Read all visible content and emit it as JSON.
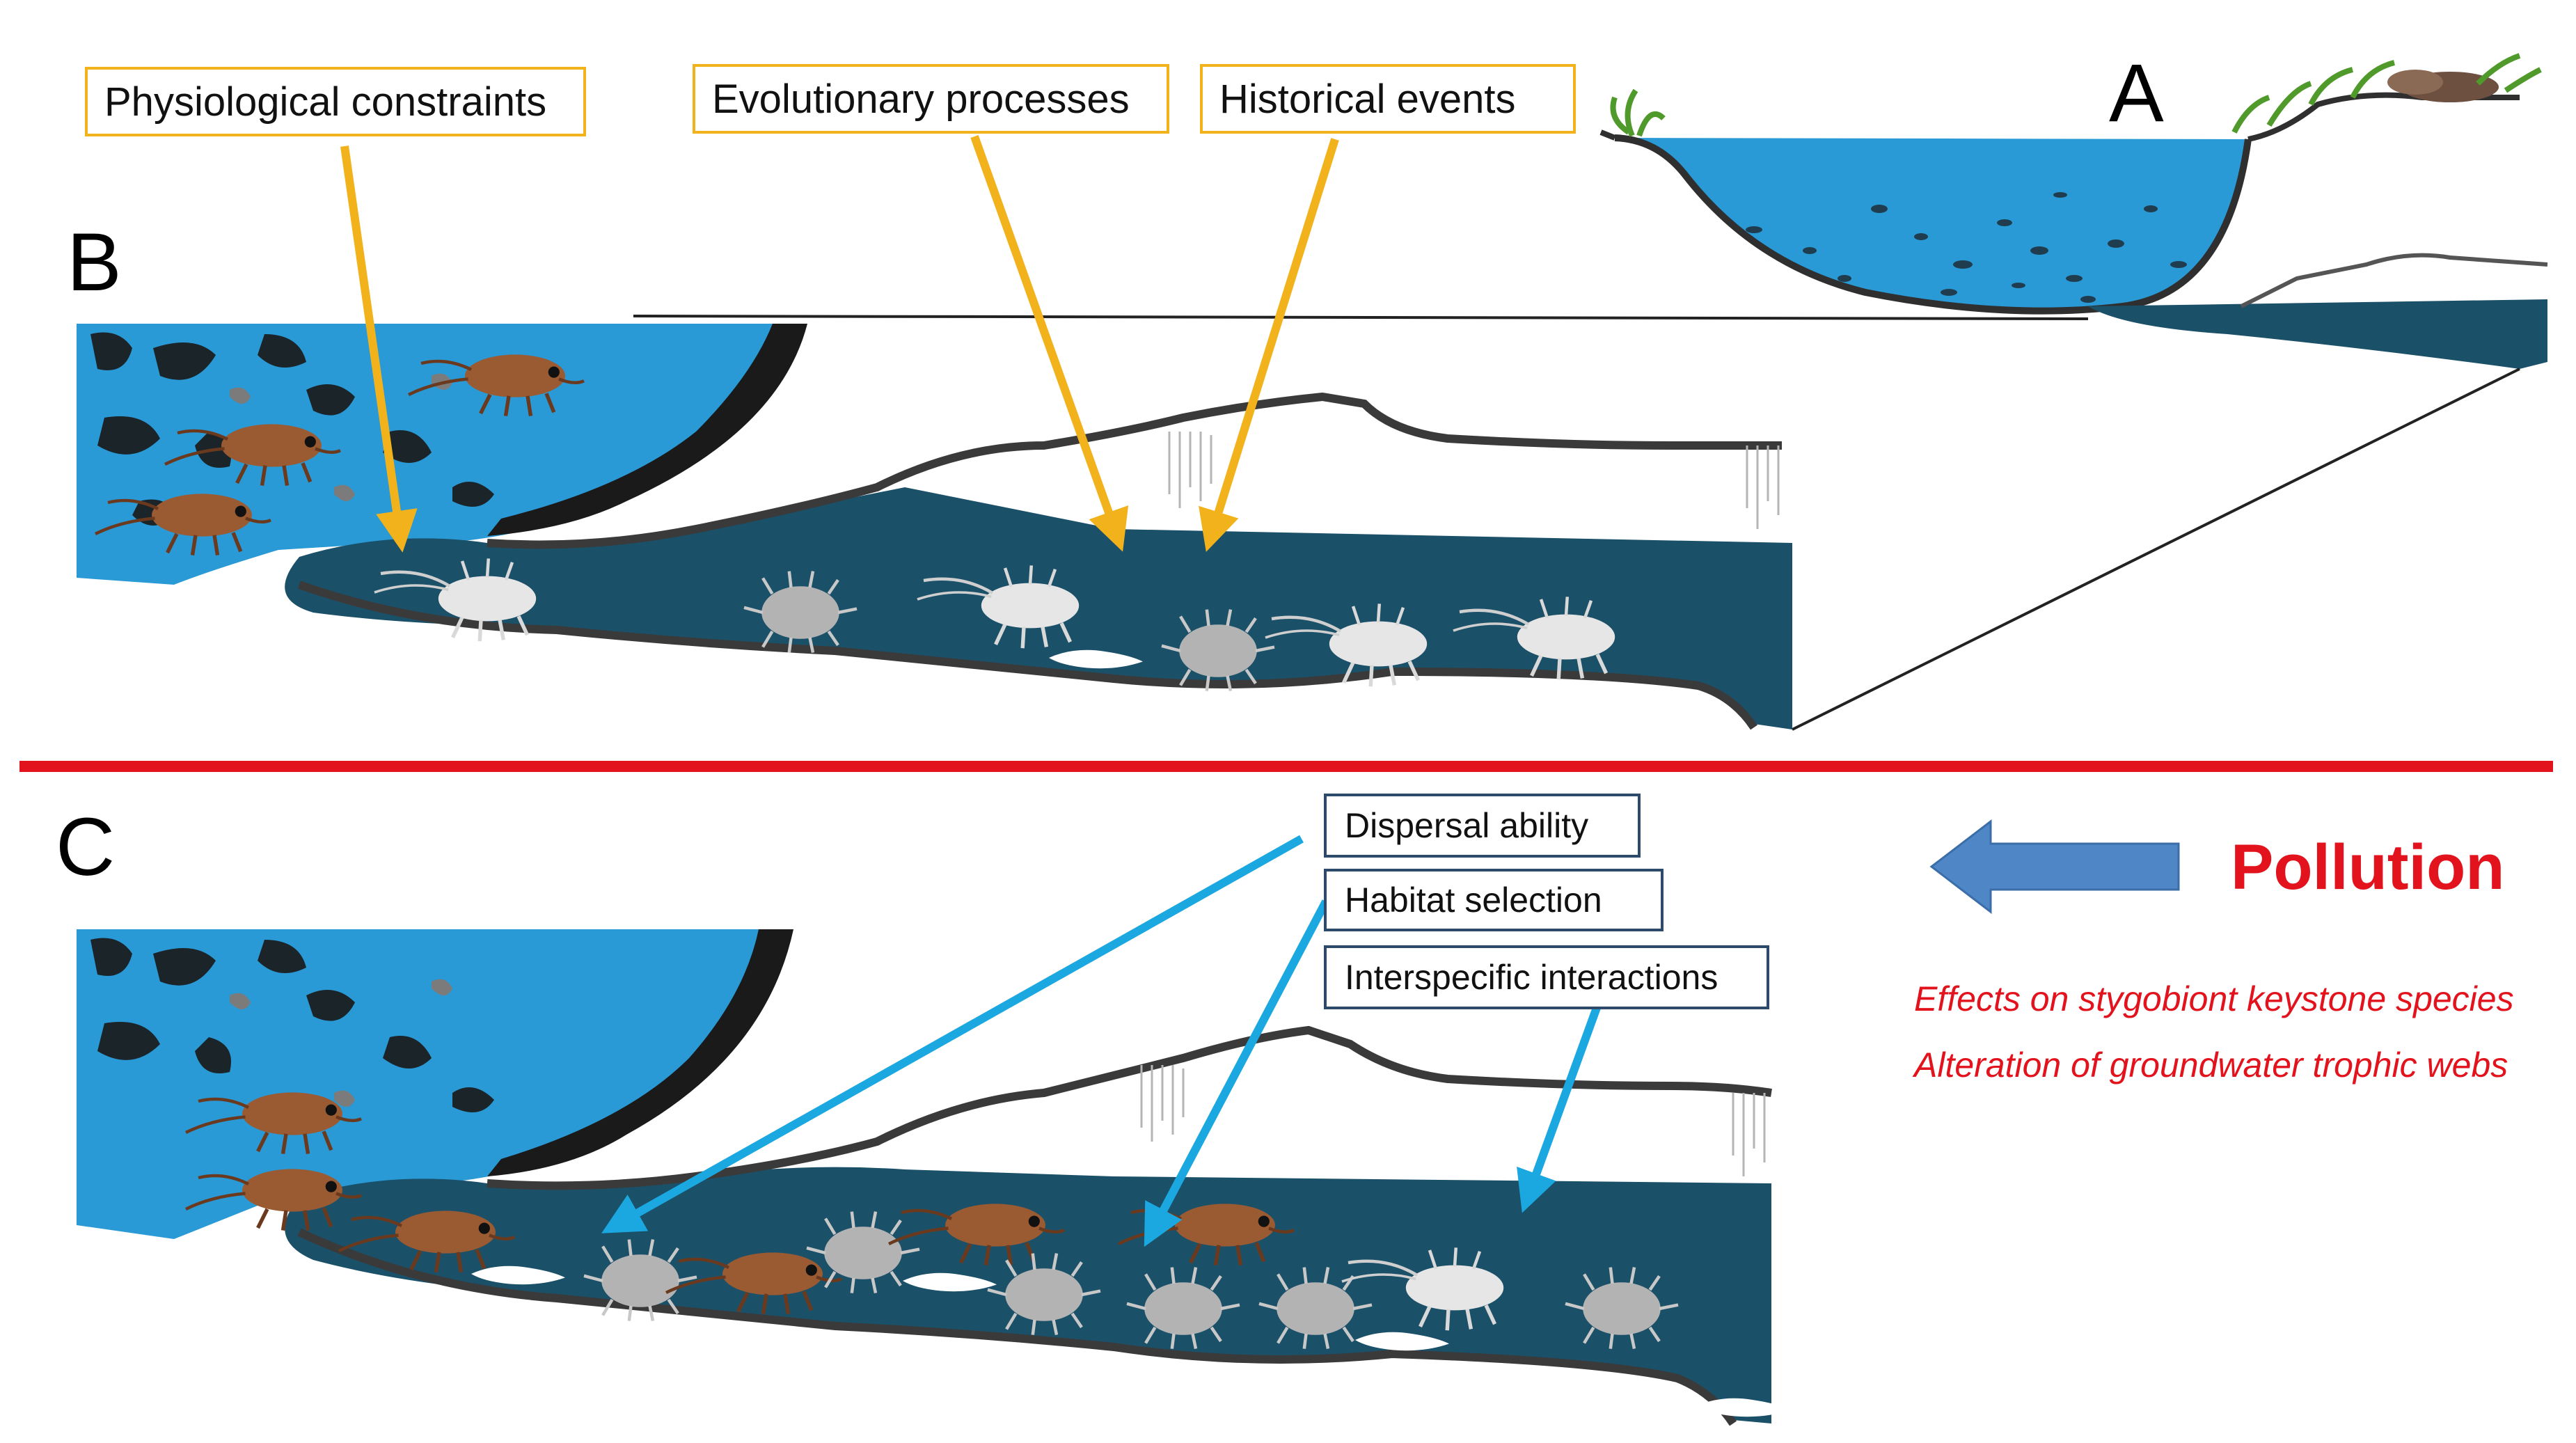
{
  "panels": {
    "a_label": "A",
    "b_label": "B",
    "c_label": "C"
  },
  "panel_b_factors": {
    "physiological": "Physiological constraints",
    "evolutionary": "Evolutionary processes",
    "historical": "Historical events"
  },
  "panel_c_factors": {
    "dispersal": "Dispersal ability",
    "habitat": "Habitat selection",
    "interspecific": "Interspecific interactions"
  },
  "pollution": {
    "label": "Pollution",
    "effect_1": "Effects on stygobiont keystone species",
    "effect_2": "Alteration of groundwater trophic webs"
  },
  "colors": {
    "surface_water": "#2a9ad6",
    "groundwater": "#1b5069",
    "rock_outline": "#3a3a3a",
    "gold_arrow": "#f2b21b",
    "cyan_arrow": "#1ba8e0",
    "pollution_red": "#e3131d",
    "pollution_arrow": "#4f86c6",
    "epigean_amphipod": "#9a5a32",
    "stygobiont_white": "#e6e6e6",
    "stygobiont_grey": "#b3b3b3"
  }
}
